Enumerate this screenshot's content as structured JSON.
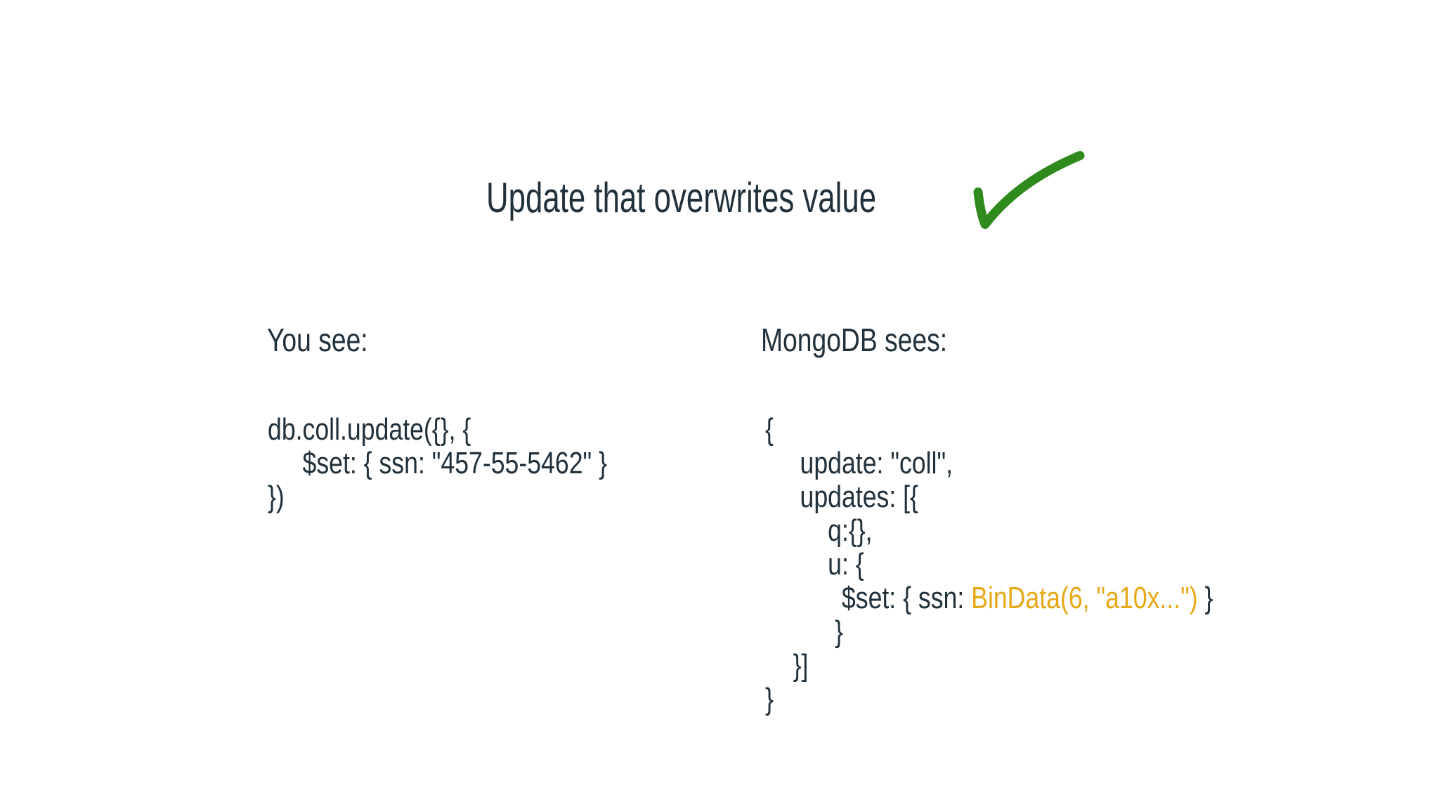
{
  "title": {
    "text": "Update that overwrites value"
  },
  "checkmark": {
    "meaning": "success-check"
  },
  "colors": {
    "background": "#FFFFFF",
    "text": "#21313C",
    "highlight": "#E6A817",
    "check": "#2E8A1C"
  },
  "left_panel": {
    "heading": "You see:",
    "code_lines": [
      "db.coll.update({}, {",
      "     $set: { ssn: \"457-55-5462\" }",
      "})"
    ]
  },
  "right_panel": {
    "heading": "MongoDB sees:",
    "lines": {
      "l0": "{",
      "l1": "     update: \"coll\",",
      "l2": "     updates: [{",
      "l3": "         q:{},",
      "l4": "         u: {",
      "l5_pre": "           $set: { ssn: ",
      "l5_highlight": "BinData(6, \"a10x...\")",
      "l5_post": " }",
      "l6": "          }",
      "l7": "    }]",
      "l8": "}"
    }
  }
}
